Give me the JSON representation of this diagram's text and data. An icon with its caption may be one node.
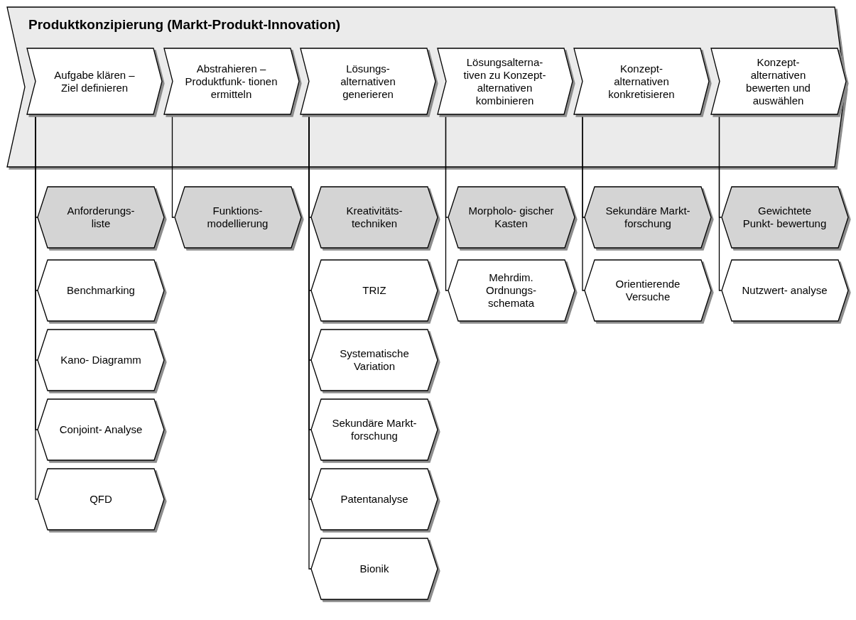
{
  "diagram": {
    "nodes": [
      {
        "text": [
          "Produktkonzipierung (Markt-Produkt-Innovation)"
        ]
      },
      {
        "text": [
          "Aufgabe klären – Ziel definieren"
        ],
        "in": 0
      },
      {
        "text": [
          "Abstrahieren – Produktfunk- tionen ermitteln"
        ],
        "in": 0
      },
      {
        "text": [
          "Lösungs- alternativen generieren"
        ],
        "in": 0
      },
      {
        "text": [
          "Lösungsalterna- tiven zu Konzept- alternativen kombinieren"
        ],
        "in": 0
      },
      {
        "text": [
          "Konzept- alternativen konkretisieren"
        ],
        "in": 0
      },
      {
        "text": [
          "Konzept- alternativen bewerten und auswählen"
        ],
        "in": 0
      },
      {
        "text": [
          "Anforderungs- liste"
        ]
      },
      {
        "text": [
          "Funktions- modellierung"
        ]
      },
      {
        "text": [
          "Kreativitäts- techniken"
        ]
      },
      {
        "text": [
          "Morpholo- gischer Kasten"
        ]
      },
      {
        "text": [
          "Sekundäre Markt- forschung"
        ]
      },
      {
        "text": [
          "Gewichtete Punkt- bewertung"
        ]
      },
      {
        "text": [
          "Benchmarking"
        ]
      },
      {
        "text": [
          "TRIZ"
        ]
      },
      {
        "text": [
          "Mehrdim. Ordnungs- schemata"
        ]
      },
      {
        "text": [
          "Orientierende Versuche"
        ]
      },
      {
        "text": [
          "Nutzwert- analyse"
        ]
      },
      {
        "text": [
          "Kano- Diagramm"
        ]
      },
      {
        "text": [
          "Systematische Variation"
        ]
      },
      {
        "text": [
          "Conjoint- Analyse"
        ]
      },
      {
        "text": [
          "Sekundäre Markt- forschung"
        ]
      },
      {
        "text": [
          "QFD"
        ]
      },
      {
        "text": [
          "Patentanalyse"
        ]
      },
      {
        "text": [
          "Bionik"
        ]
      }
    ],
    "edges": [
      {
        "from": 1,
        "to": 7,
        "arrow": "none"
      },
      {
        "from": 1,
        "to": 13,
        "arrow": "none"
      },
      {
        "from": 1,
        "to": 18,
        "arrow": "none"
      },
      {
        "from": 1,
        "to": 20,
        "arrow": "none"
      },
      {
        "from": 1,
        "to": 22,
        "arrow": "none"
      },
      {
        "from": 2,
        "to": 8,
        "arrow": "none"
      },
      {
        "from": 3,
        "to": 9,
        "arrow": "none"
      },
      {
        "from": 3,
        "to": 14,
        "arrow": "none"
      },
      {
        "from": 3,
        "to": 19,
        "arrow": "none"
      },
      {
        "from": 3,
        "to": 21,
        "arrow": "none"
      },
      {
        "from": 3,
        "to": 23,
        "arrow": "none"
      },
      {
        "from": 3,
        "to": 24,
        "arrow": "none"
      },
      {
        "from": 4,
        "to": 10,
        "arrow": "none"
      },
      {
        "from": 4,
        "to": 15,
        "arrow": "none"
      },
      {
        "from": 5,
        "to": 11,
        "arrow": "none"
      },
      {
        "from": 5,
        "to": 16,
        "arrow": "none"
      },
      {
        "from": 6,
        "to": 12,
        "arrow": "none"
      },
      {
        "from": 6,
        "to": 17,
        "arrow": "none"
      }
    ]
  }
}
